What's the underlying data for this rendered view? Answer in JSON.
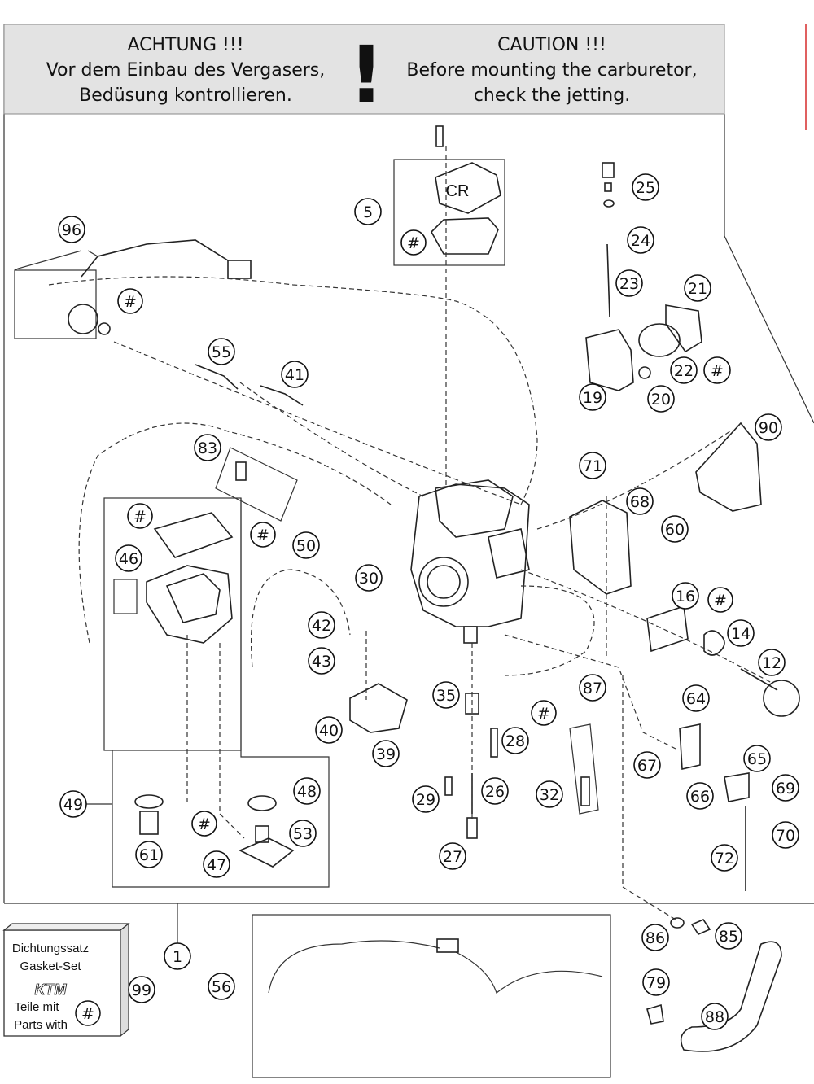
{
  "banner": {
    "de_title": "ACHTUNG !!!",
    "de_line1": "Vor dem Einbau des Vergasers,",
    "de_line2": "Bedüsung kontrollieren.",
    "symbol": "!",
    "en_title": "CAUTION !!!",
    "en_line1": "Before mounting the carburetor,",
    "en_line2": "check the jetting."
  },
  "gasket_box": {
    "line1": "Dichtungssatz",
    "line2": "Gasket-Set",
    "logo": "KTM",
    "line3": "Teile mit",
    "line4": "Parts with",
    "symbol": "#"
  },
  "cover_label": "CR",
  "callouts": [
    "96",
    "5",
    "25",
    "24",
    "23",
    "21",
    "55",
    "41",
    "22",
    "#",
    "19",
    "20",
    "90",
    "83",
    "71",
    "68",
    "60",
    "50",
    "46",
    "30",
    "16",
    "42",
    "14",
    "12",
    "43",
    "87",
    "35",
    "64",
    "40",
    "28",
    "39",
    "67",
    "65",
    "49",
    "48",
    "29",
    "26",
    "32",
    "66",
    "69",
    "53",
    "61",
    "47",
    "27",
    "72",
    "70",
    "86",
    "85",
    "1",
    "99",
    "56",
    "79",
    "88"
  ]
}
